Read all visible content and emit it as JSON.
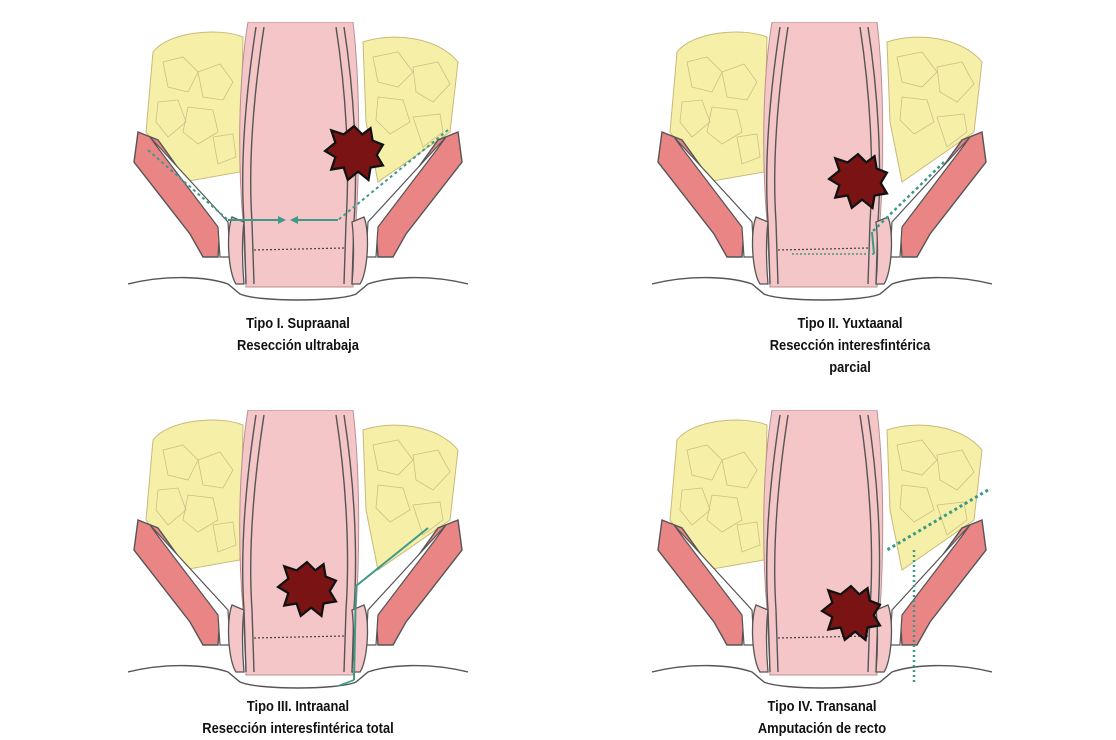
{
  "panels": [
    {
      "title": "Tipo I. Supraanal",
      "subtitle": "Resección ultrabaja"
    },
    {
      "title": "Tipo II. Yuxtaanal",
      "subtitle": "Resección interesfintérica",
      "subtitle2": "parcial"
    },
    {
      "title": "Tipo III. Intraanal",
      "subtitle": "Resección interesfintérica total"
    },
    {
      "title": "Tipo IV. Transanal",
      "subtitle": "Amputación de recto"
    }
  ],
  "colors": {
    "fat": "#f6efa8",
    "mucosa": "#f5c6c8",
    "muscle": "#e98585",
    "tumor": "#7a1414",
    "resection_line": "#3e9a86"
  }
}
